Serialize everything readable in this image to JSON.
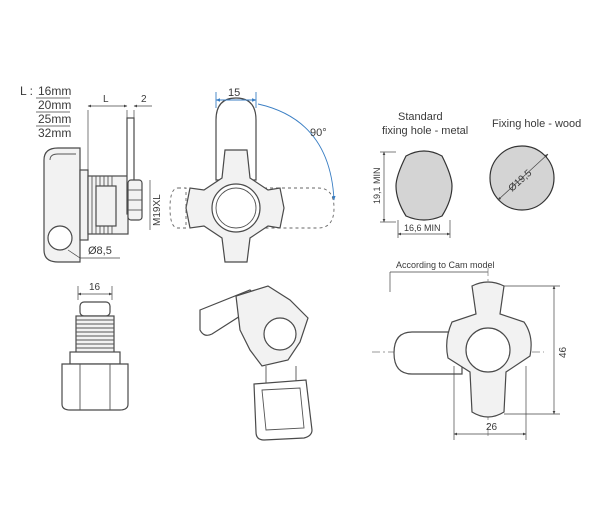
{
  "length_options": {
    "prefix": "L :",
    "items": [
      "16mm",
      "20mm",
      "25mm",
      "32mm"
    ]
  },
  "side_view": {
    "dim_l": "L",
    "dim_2": "2",
    "thread": "M19XL",
    "hole_diameter": "Ø8,5"
  },
  "front_view": {
    "dim_15": "15",
    "rotation": "90°"
  },
  "bottom_view": {
    "dim_16": "16"
  },
  "fixing_metal": {
    "title_line1": "Standard",
    "title_line2": "fixing hole - metal",
    "height": "19,1 MIN",
    "width": "16,6 MIN"
  },
  "fixing_wood": {
    "title": "Fixing hole - wood",
    "diameter": "Ø19,5"
  },
  "cam_view": {
    "note": "According to Cam model",
    "height": "46",
    "width": "26"
  },
  "colors": {
    "accent_arrow": "#3b7fc4",
    "line": "#4a4a4a",
    "fill": "#f2f2f2"
  }
}
